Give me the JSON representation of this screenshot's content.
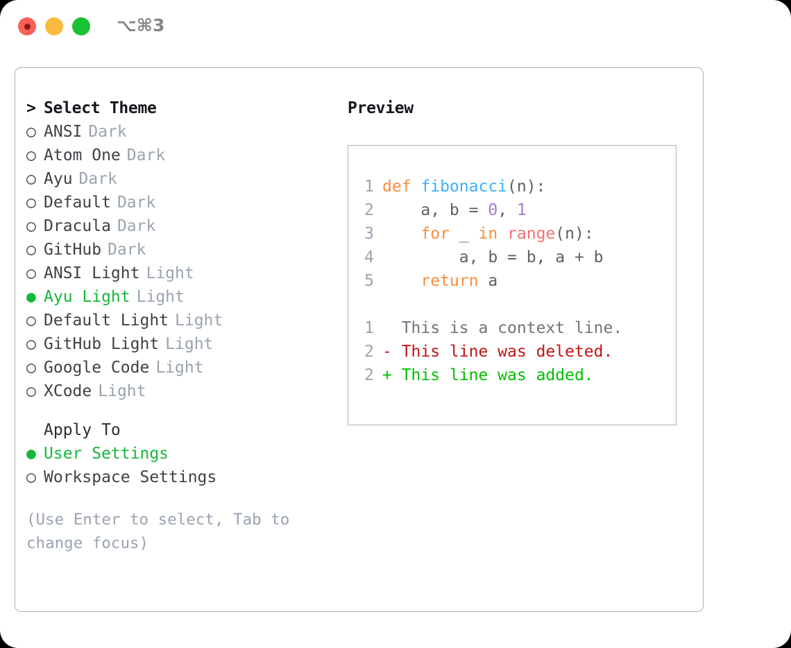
{
  "titlebar": {
    "shortcut": "⌥⌘3",
    "buttons": [
      {
        "name": "close",
        "color": "#fc6058"
      },
      {
        "name": "minimize",
        "color": "#fcbb40"
      },
      {
        "name": "maximize",
        "color": "#1ac234"
      }
    ]
  },
  "theme_picker": {
    "prompt": ">",
    "header": "Select Theme",
    "items": [
      {
        "marker": "○",
        "name": "ANSI",
        "category": "Dark",
        "selected": false
      },
      {
        "marker": "○",
        "name": "Atom One",
        "category": "Dark",
        "selected": false
      },
      {
        "marker": "○",
        "name": "Ayu",
        "category": "Dark",
        "selected": false
      },
      {
        "marker": "○",
        "name": "Default",
        "category": "Dark",
        "selected": false
      },
      {
        "marker": "○",
        "name": "Dracula",
        "category": "Dark",
        "selected": false
      },
      {
        "marker": "○",
        "name": "GitHub",
        "category": "Dark",
        "selected": false
      },
      {
        "marker": "○",
        "name": "ANSI Light",
        "category": "Light",
        "selected": false
      },
      {
        "marker": "●",
        "name": "Ayu Light",
        "category": "Light",
        "selected": true
      },
      {
        "marker": "○",
        "name": "Default Light",
        "category": "Light",
        "selected": false
      },
      {
        "marker": "○",
        "name": "GitHub Light",
        "category": "Light",
        "selected": false
      },
      {
        "marker": "○",
        "name": "Google Code",
        "category": "Light",
        "selected": false
      },
      {
        "marker": "○",
        "name": "XCode",
        "category": "Light",
        "selected": false
      }
    ]
  },
  "apply_to": {
    "header": "Apply To",
    "options": [
      {
        "marker": "●",
        "label": "User Settings",
        "selected": true
      },
      {
        "marker": "○",
        "label": "Workspace Settings",
        "selected": false
      }
    ]
  },
  "hint": "(Use Enter to select, Tab to change focus)",
  "preview": {
    "title": "Preview",
    "code_lines": [
      {
        "num": "1",
        "tokens": [
          {
            "t": "def ",
            "c": "k"
          },
          {
            "t": "fibonacci",
            "c": "fn"
          },
          {
            "t": "(n):",
            "c": "pn"
          }
        ]
      },
      {
        "num": "2",
        "tokens": [
          {
            "t": "    a, b = ",
            "c": "pn"
          },
          {
            "t": "0",
            "c": "num"
          },
          {
            "t": ", ",
            "c": "pn"
          },
          {
            "t": "1",
            "c": "num"
          }
        ]
      },
      {
        "num": "3",
        "tokens": [
          {
            "t": "    ",
            "c": "pn"
          },
          {
            "t": "for",
            "c": "k"
          },
          {
            "t": " _ ",
            "c": "pn"
          },
          {
            "t": "in",
            "c": "k"
          },
          {
            "t": " ",
            "c": "pn"
          },
          {
            "t": "range",
            "c": "bi"
          },
          {
            "t": "(n):",
            "c": "pn"
          }
        ]
      },
      {
        "num": "4",
        "tokens": [
          {
            "t": "        a, b = b, a + b",
            "c": "pn"
          }
        ]
      },
      {
        "num": "5",
        "tokens": [
          {
            "t": "    ",
            "c": "pn"
          },
          {
            "t": "return",
            "c": "k"
          },
          {
            "t": " a",
            "c": "pn"
          }
        ]
      }
    ],
    "diff_lines": [
      {
        "num": "1",
        "marker": " ",
        "text": "This is a context line.",
        "kind": "ctx"
      },
      {
        "num": "2",
        "marker": "-",
        "text": "This line was deleted.",
        "kind": "del"
      },
      {
        "num": "2",
        "marker": "+",
        "text": "This line was added.",
        "kind": "add"
      }
    ]
  },
  "colors": {
    "selected_green": "#14b83c",
    "muted_gray": "#9aa3b0",
    "border": "#a8b2c1",
    "keyword": "#fa8d3e",
    "function": "#3daffc",
    "builtin": "#f07171",
    "number": "#a37acc",
    "plain": "#5c6166",
    "diff_deleted": "#c01414",
    "diff_added": "#00c000"
  }
}
